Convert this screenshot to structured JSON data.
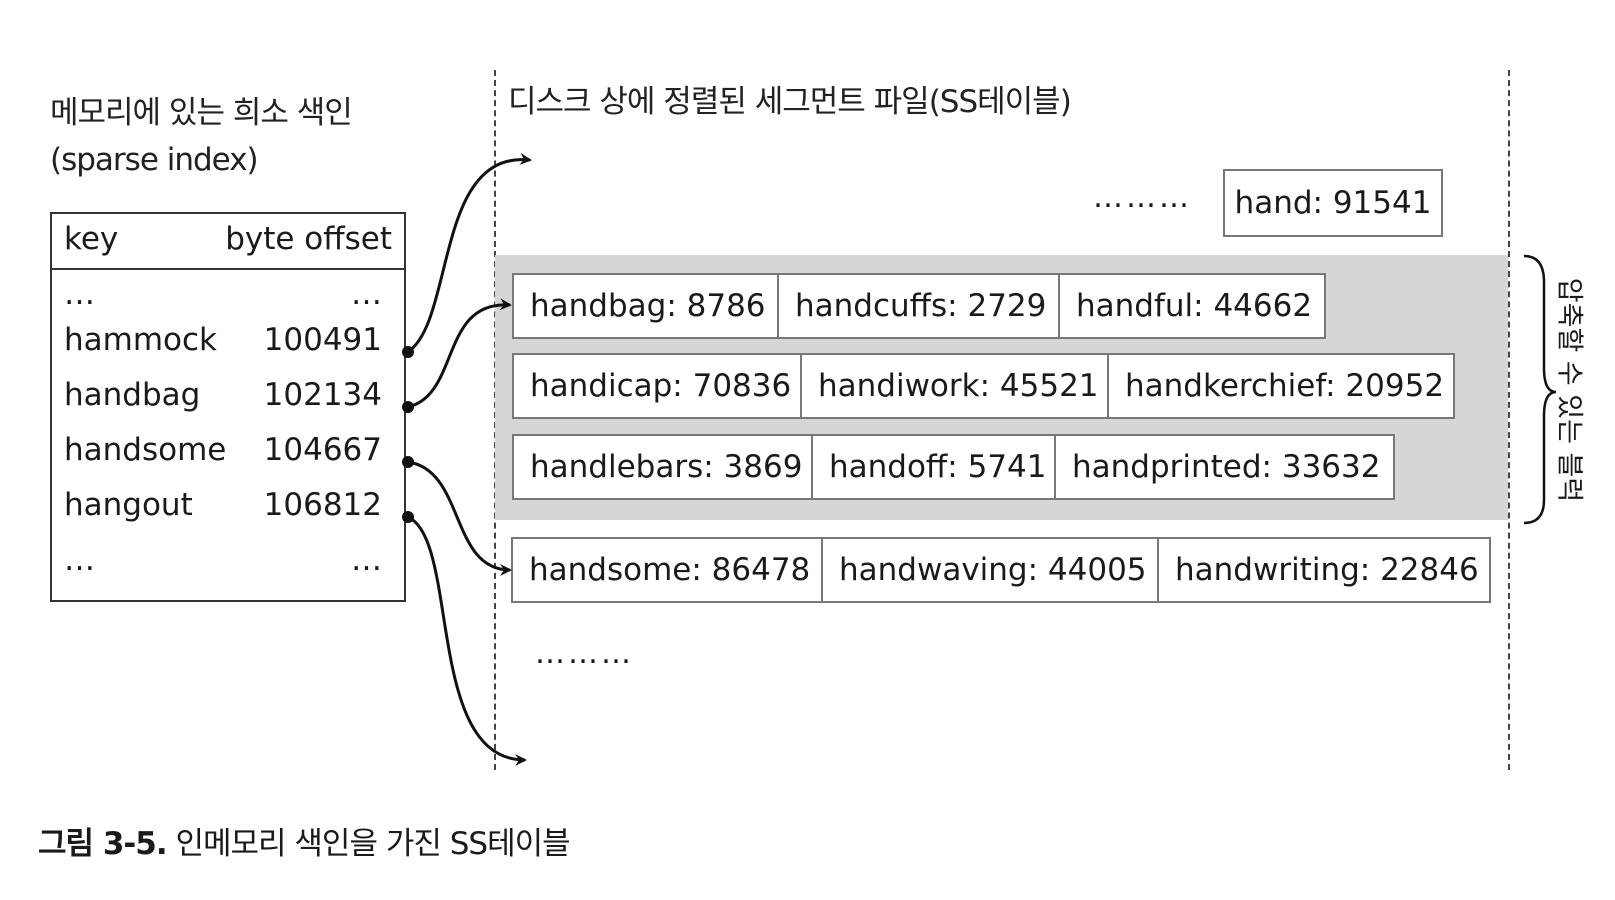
{
  "memory_title_line1": "메모리에 있는 희소 색인",
  "memory_title_line2": "(sparse index)",
  "disk_title": "디스크 상에 정렬된 세그먼트 파일(SS테이블)",
  "index_table": {
    "headers": {
      "key": "key",
      "offset": "byte offset"
    },
    "ellipsis": "…",
    "rows": [
      {
        "key": "hammock",
        "offset": "100491"
      },
      {
        "key": "handbag",
        "offset": "102134"
      },
      {
        "key": "handsome",
        "offset": "104667"
      },
      {
        "key": "hangout",
        "offset": "106812"
      }
    ]
  },
  "segment": {
    "top_dots": "………",
    "hand_entry": "hand: 91541",
    "compressed_blocks": [
      [
        "handbag: 8786",
        "handcuffs: 2729",
        "handful: 44662"
      ],
      [
        "handicap: 70836",
        "handiwork: 45521",
        "handkerchief: 20952"
      ],
      [
        "handlebars: 3869",
        "handoff: 5741",
        "handprinted: 33632"
      ]
    ],
    "next_block": [
      "handsome: 86478",
      "handwaving: 44005",
      "handwriting: 22846"
    ],
    "bottom_dots": "………"
  },
  "brace_label": "압축할 수 있는 블럭",
  "caption": {
    "number": "그림 3-5.",
    "text": " 인메모리 색인을 가진 SS테이블"
  }
}
